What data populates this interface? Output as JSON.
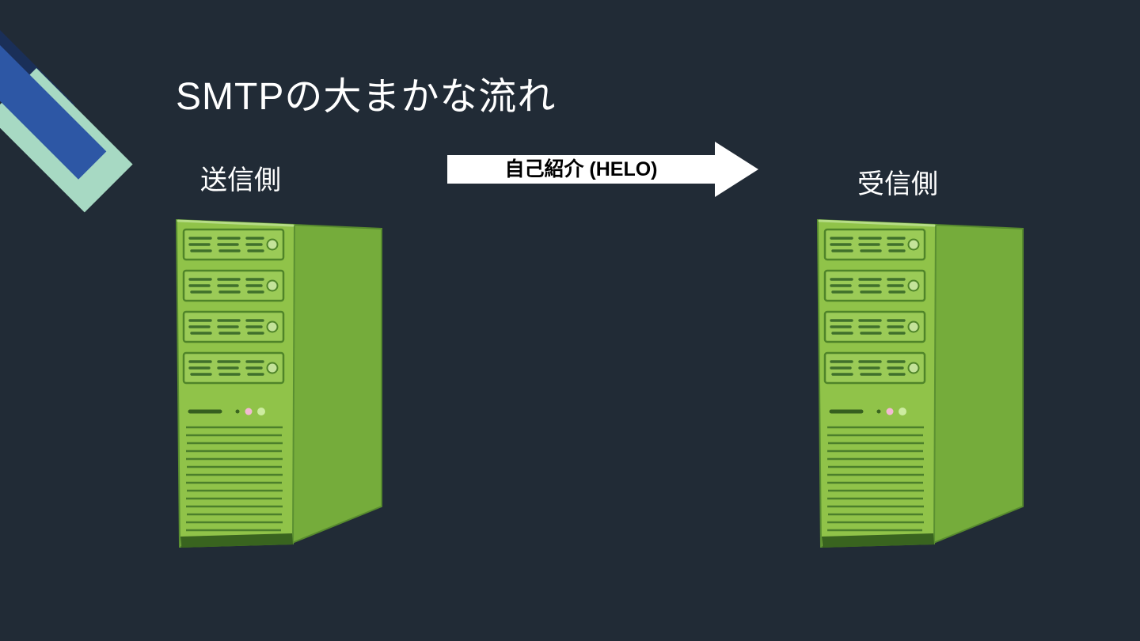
{
  "slide": {
    "title": "SMTPの大まかな流れ",
    "sender_label": "送信側",
    "receiver_label": "受信側",
    "arrow": {
      "label": "自己紹介 (HELO)"
    }
  },
  "icons": {
    "server": "tower-server-illustration",
    "arrow": "right-arrow"
  },
  "colors": {
    "background": "#212B36",
    "title_text": "#FFFFFF",
    "label_text": "#FFFFFF",
    "arrow_fill": "#FFFFFF",
    "arrow_text": "#000000",
    "accent_navy": "#1A2F58",
    "accent_blue": "#2D57A5",
    "accent_teal": "#A7D9C3",
    "server_front": "#90C349",
    "server_side": "#75AC3B"
  }
}
